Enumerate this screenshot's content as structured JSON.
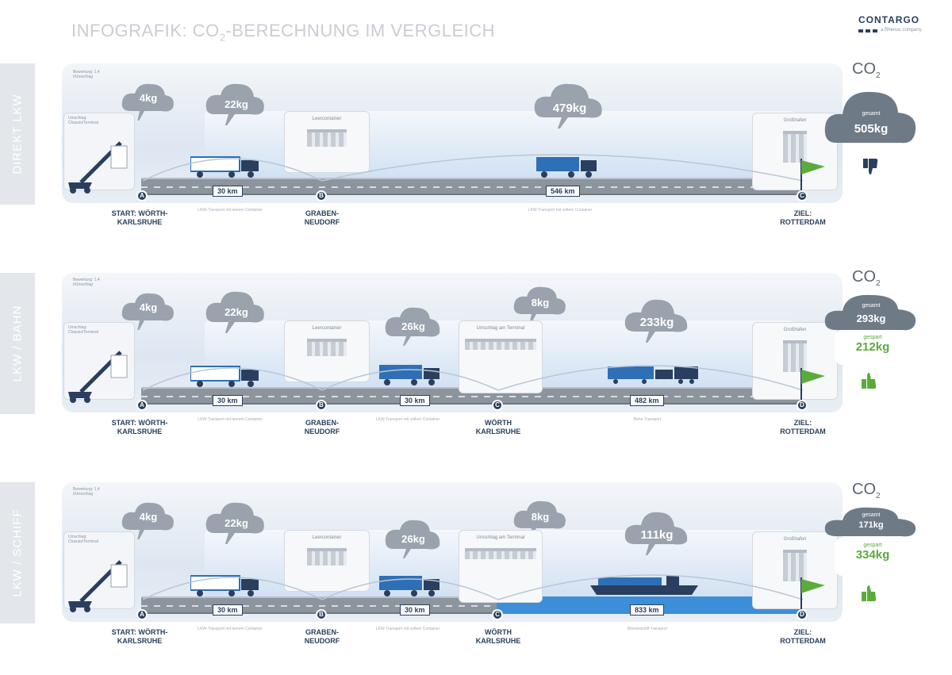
{
  "header": {
    "title_pre": "INFOGRAFIK: CO",
    "title_sub": "2",
    "title_post": "-BERECHNUNG IM VERGLEICH",
    "logo_text": "CONTARGO",
    "logo_sub": "a Rhenus company"
  },
  "co2_label": "CO",
  "co2_sub": "2",
  "colors": {
    "navy": "#2a3f5f",
    "cloud": "#9aa3ad",
    "water": "#3d8ed8",
    "green": "#5bab3c",
    "truck": "#2f6fb5"
  },
  "rows": [
    {
      "tab": "DIREKT LKW",
      "crane_text": "Umschlag: Chassis/Terminal",
      "crane_info": "Bewertung: 1,4 t/Umschlag",
      "clouds": [
        "4kg",
        "22kg",
        "479kg"
      ],
      "boxes": [
        "Leercontainer",
        "Großhafen"
      ],
      "distances": [
        "30 km",
        "546 km"
      ],
      "places": [
        "START: WÖRTH-KARLSRUHE",
        "GRABEN-NEUDORF",
        "ZIEL: ROTTERDAM"
      ],
      "notes": [
        "LKW-Transport mit leerem Container",
        "LKW-Transport mit vollem Container"
      ],
      "result_label": "gesamt",
      "result_value": "505kg",
      "saving_label": "",
      "saving_value": "",
      "thumb": "thumb-down-icon"
    },
    {
      "tab": "LKW / BAHN",
      "crane_text": "Umschlag: Chassis/Terminal",
      "crane_info": "Bewertung: 1,4 t/Umschlag",
      "clouds": [
        "4kg",
        "22kg",
        "26kg",
        "8kg",
        "233kg"
      ],
      "boxes": [
        "Leercontainer",
        "Umschlag am Terminal",
        "Großhafen"
      ],
      "distances": [
        "30 km",
        "30 km",
        "482 km"
      ],
      "places": [
        "START: WÖRTH-KARLSRUHE",
        "GRABEN-NEUDORF",
        "WÖRTH KARLSRUHE",
        "ZIEL: ROTTERDAM"
      ],
      "notes": [
        "LKW-Transport mit leerem Container",
        "LKW-Transport mit vollem Container",
        "Bahn-Transport"
      ],
      "result_label": "gesamt",
      "result_value": "293kg",
      "saving_label": "gespart",
      "saving_value": "212kg",
      "thumb": "thumb-up-icon"
    },
    {
      "tab": "LKW / SCHIFF",
      "crane_text": "Umschlag: Chassis/Terminal",
      "crane_info": "Bewertung: 1,4 t/Umschlag",
      "clouds": [
        "4kg",
        "22kg",
        "26kg",
        "8kg",
        "111kg"
      ],
      "boxes": [
        "Leercontainer",
        "Umschlag am Terminal",
        "Großhafen"
      ],
      "distances": [
        "30 km",
        "30 km",
        "833 km"
      ],
      "places": [
        "START: WÖRTH-KARLSRUHE",
        "GRABEN-NEUDORF",
        "WÖRTH KARLSRUHE",
        "ZIEL: ROTTERDAM"
      ],
      "notes": [
        "LKW-Transport mit leerem Container",
        "LKW-Transport mit vollem Container",
        "Binnenschiff-Transport"
      ],
      "result_label": "gesamt",
      "result_value": "171kg",
      "saving_label": "gespart",
      "saving_value": "334kg",
      "thumb": "thumb-up-icon"
    }
  ]
}
